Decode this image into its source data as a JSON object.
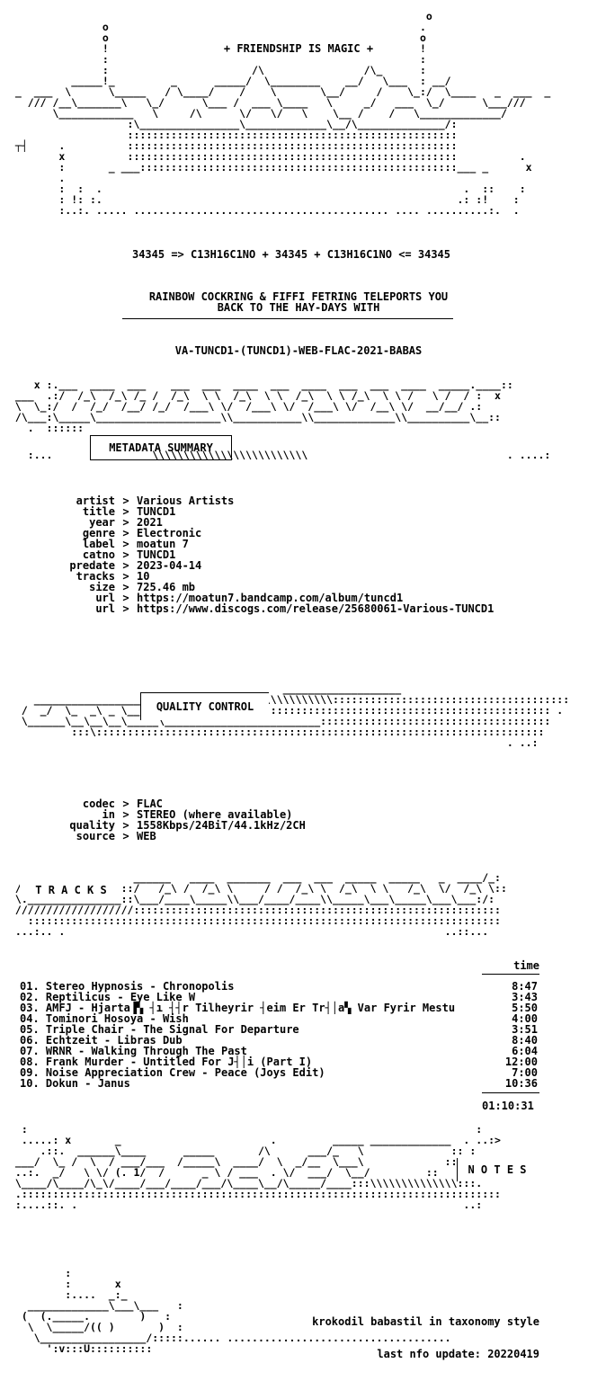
{
  "header": {
    "friendship": "+ FRIENDSHIP IS MAGIC +",
    "formula": "34345 => C13H16C1NO + 34345 + C13H16C1NO <= 34345",
    "intro_line1": "RAINBOW COCKRING & FIFFI FETRING TELEPORTS YOU",
    "intro_line2": "BACK TO THE HAY-DAYS WITH",
    "release": "VA-TUNCD1-(TUNCD1)-WEB-FLAC-2021-BABAS"
  },
  "sections": {
    "metadata": "METADATA SUMMARY",
    "quality": "QUALITY CONTROL",
    "tracks": "T R A C K S",
    "notes": "N O T E S"
  },
  "metadata": [
    {
      "key": "artist",
      "value": "Various Artists"
    },
    {
      "key": "title",
      "value": "TUNCD1"
    },
    {
      "key": "year",
      "value": "2021"
    },
    {
      "key": "genre",
      "value": "Electronic"
    },
    {
      "key": "",
      "value": ""
    },
    {
      "key": "label",
      "value": "moatun 7"
    },
    {
      "key": "catno",
      "value": "TUNCD1"
    },
    {
      "key": "",
      "value": ""
    },
    {
      "key": "predate",
      "value": "2023-04-14"
    },
    {
      "key": "tracks",
      "value": "10"
    },
    {
      "key": "size",
      "value": "725.46 mb"
    },
    {
      "key": "",
      "value": ""
    },
    {
      "key": "url",
      "value": "https://moatun7.bandcamp.com/album/tuncd1"
    },
    {
      "key": "url",
      "value": "https://www.discogs.com/release/25680061-Various-TUNCD1"
    }
  ],
  "quality": [
    {
      "key": "codec",
      "value": "FLAC"
    },
    {
      "key": "in",
      "value": "STEREO (where available)"
    },
    {
      "key": "quality",
      "value": "1558Kbps/24BiT/44.1kHz/2CH"
    },
    {
      "key": "source",
      "value": "WEB"
    }
  ],
  "tracklist": {
    "time_header": "time",
    "tracks": [
      {
        "title": "01. Stereo Hypnosis - Chronopolis",
        "time": "8:47"
      },
      {
        "title": "02. Reptilicus - Eye Like W",
        "time": "3:43"
      },
      {
        "title": "03. AMFJ - Hjarta▐▚ ┤ı ┤┤r Tilheyrir ┤eim Er Tr┤│a▚ Var Fyrir Mestu",
        "time": "5:50"
      },
      {
        "title": "04. Tominori Hosoya - Wish",
        "time": "4:00"
      },
      {
        "title": "05. Triple Chair - The Signal For Departure",
        "time": "3:51"
      },
      {
        "title": "06. Echtzeit - Libras Dub",
        "time": "8:40"
      },
      {
        "title": "07. WRNR - Walking Through The Past",
        "time": "6:04"
      },
      {
        "title": "08. Frank Murder - Untitled For J┤│i (Part I)",
        "time": "12:00"
      },
      {
        "title": "09. Noise Appreciation Crew - Peace (Joys Edit)",
        "time": "7:00"
      },
      {
        "title": "10. Dokun - Janus",
        "time": "10:36"
      }
    ],
    "total": "01:10:31"
  },
  "footer": {
    "credit": "krokodil babastil in taxonomy style",
    "update": "last nfo update: 20220419"
  }
}
